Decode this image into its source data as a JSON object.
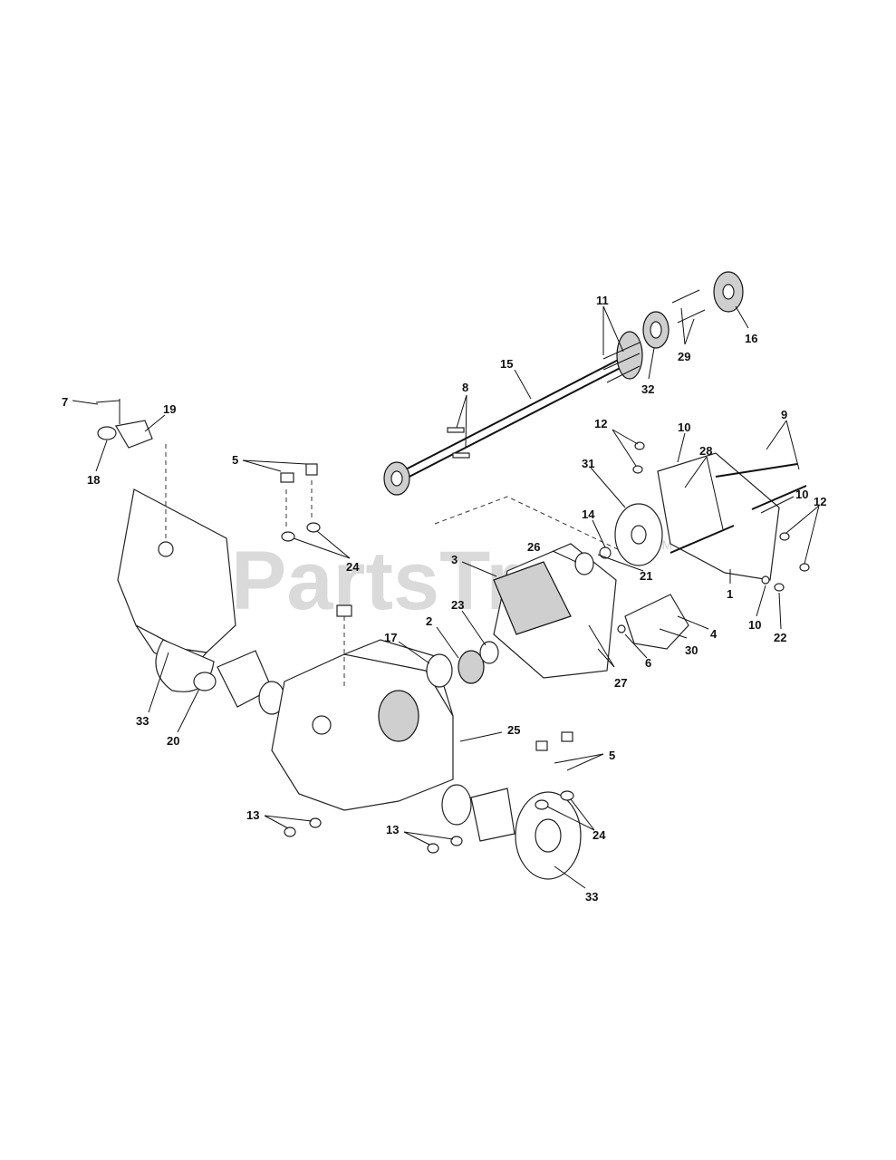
{
  "watermark": {
    "text": "PartsTree",
    "trademark": "TM"
  },
  "callouts": {
    "c1": "1",
    "c2": "2",
    "c3": "3",
    "c4": "4",
    "c5a": "5",
    "c5b": "5",
    "c6": "6",
    "c7": "7",
    "c8": "8",
    "c9": "9",
    "c10a": "10",
    "c10b": "10",
    "c10c": "10",
    "c11": "11",
    "c12a": "12",
    "c12b": "12",
    "c13a": "13",
    "c13b": "13",
    "c14": "14",
    "c15": "15",
    "c16": "16",
    "c17": "17",
    "c18": "18",
    "c19": "19",
    "c20": "20",
    "c21": "21",
    "c22": "22",
    "c23": "23",
    "c24a": "24",
    "c24b": "24",
    "c25": "25",
    "c26": "26",
    "c27": "27",
    "c28": "28",
    "c29": "29",
    "c30": "30",
    "c31": "31",
    "c32": "32",
    "c33a": "33",
    "c33b": "33"
  }
}
